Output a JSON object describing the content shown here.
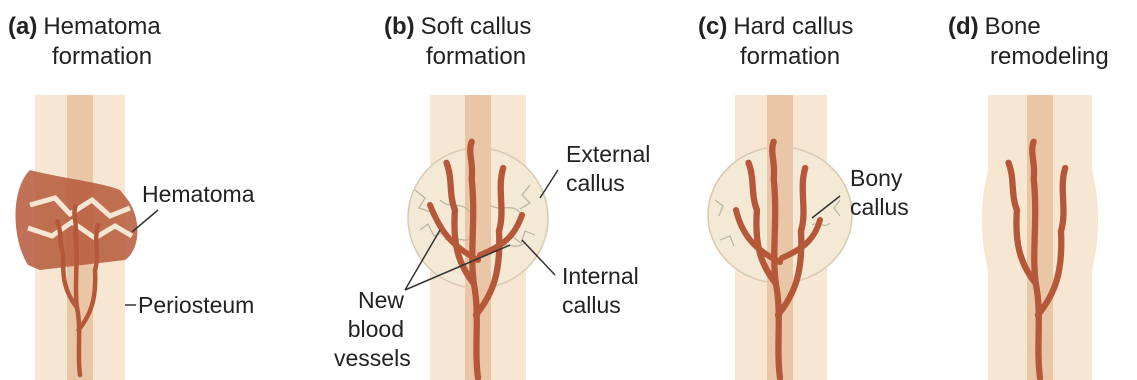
{
  "panels": [
    {
      "letter": "(a)",
      "title_line1": "Hematoma",
      "title_line2": "formation"
    },
    {
      "letter": "(b)",
      "title_line1": "Soft callus",
      "title_line2": "formation"
    },
    {
      "letter": "(c)",
      "title_line1": "Hard callus",
      "title_line2": "formation"
    },
    {
      "letter": "(d)",
      "title_line1": "Bone",
      "title_line2": "remodeling"
    }
  ],
  "labels": {
    "hematoma": "Hematoma",
    "periosteum": "Periosteum",
    "external_callus_1": "External",
    "external_callus_2": "callus",
    "internal_callus_1": "Internal",
    "internal_callus_2": "callus",
    "new_vessels_1": "New",
    "new_vessels_2": "blood",
    "new_vessels_3": "vessels",
    "bony_callus_1": "Bony",
    "bony_callus_2": "callus"
  },
  "colors": {
    "bone_outer": "#f6e6d2",
    "bone_inner": "#e9c7a6",
    "vessel": "#b5583a",
    "callus": "#f3e9d5",
    "leader": "#333333"
  }
}
